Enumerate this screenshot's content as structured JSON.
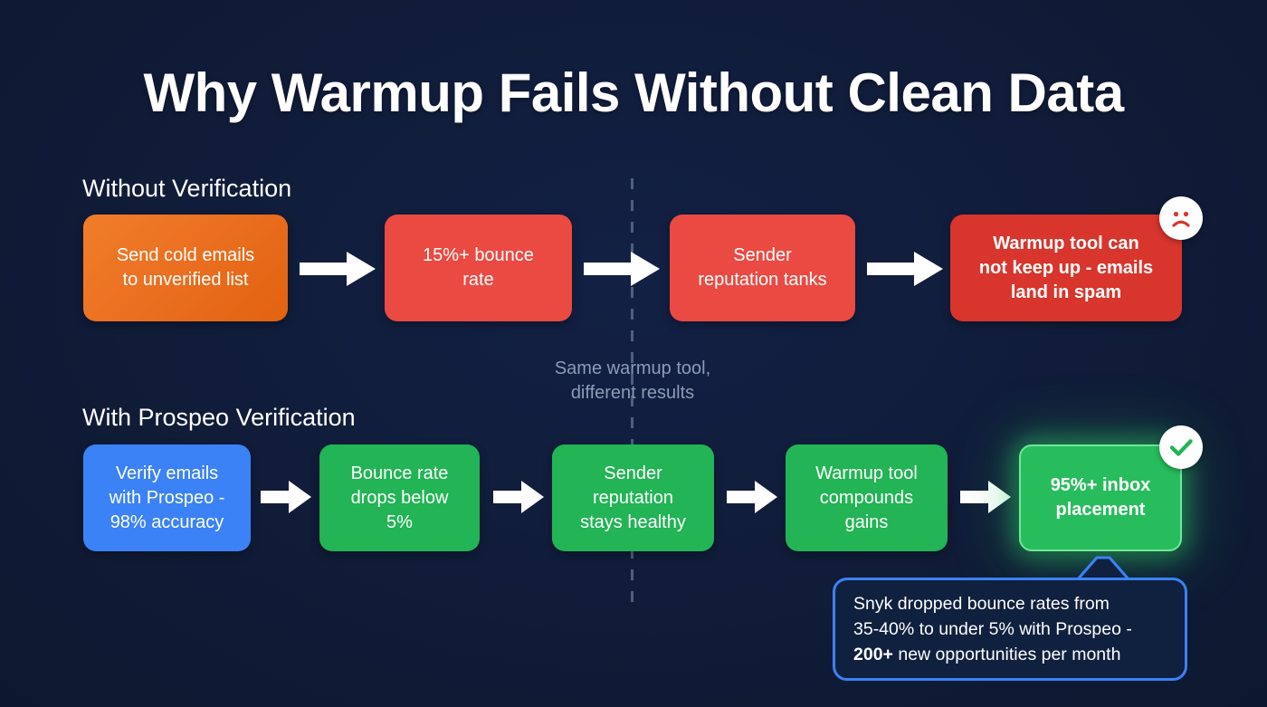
{
  "title": "Why Warmup Fails Without Clean Data",
  "colors": {
    "background": "#101c38",
    "orange": "#ea6f20",
    "red": "#ea4a42",
    "red_dark": "#d8352d",
    "blue": "#3b82f6",
    "green": "#22b455",
    "green_glow_border": "#6ee79a",
    "divider": "#4e5f80",
    "muted_text": "#8d9cb5",
    "white": "#ffffff"
  },
  "divider": {
    "caption_line1": "Same warmup tool,",
    "caption_line2": "different results"
  },
  "rows": [
    {
      "label": "Without Verification",
      "nodes": [
        {
          "text": "Send cold emails\nto unverified list",
          "style": "orange",
          "bold": false
        },
        {
          "text": "15%+ bounce\nrate",
          "style": "red",
          "bold": false
        },
        {
          "text": "Sender\nreputation tanks",
          "style": "red",
          "bold": false
        },
        {
          "text": "Warmup tool can\nnot keep up - emails\nland in spam",
          "style": "red-dark",
          "bold": true
        }
      ],
      "badge": {
        "icon": "sad-face-icon",
        "color": "#d8352d"
      }
    },
    {
      "label": "With Prospeo Verification",
      "nodes": [
        {
          "text": "Verify emails\nwith Prospeo -\n98% accuracy",
          "style": "blue",
          "bold": false
        },
        {
          "text": "Bounce rate\ndrops below\n5%",
          "style": "green",
          "bold": false
        },
        {
          "text": "Sender\nreputation\nstays healthy",
          "style": "green",
          "bold": false
        },
        {
          "text": "Warmup tool\ncompounds\ngains",
          "style": "green",
          "bold": false
        },
        {
          "text": "95%+ inbox\nplacement",
          "style": "green-glow",
          "bold": true
        }
      ],
      "badge": {
        "icon": "check-circle-icon",
        "color": "#22b455"
      }
    }
  ],
  "callout": {
    "line1": "Snyk dropped bounce rates from",
    "line2": "35-40% to under 5% with Prospeo -",
    "line3_bold": "200+",
    "line3_rest": " new opportunities per month"
  }
}
